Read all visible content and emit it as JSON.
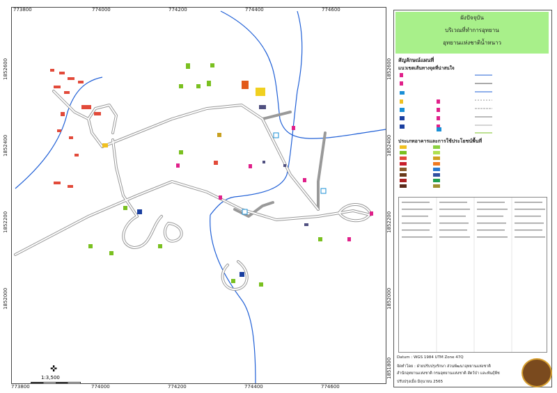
{
  "map": {
    "x_ticks": [
      "773800",
      "774000",
      "774200",
      "774400",
      "774600"
    ],
    "y_ticks": [
      "1852600",
      "1852400",
      "1852200",
      "1852000",
      "1851800"
    ],
    "scale_text": "1:3,500",
    "north_icon": "north-arrow-icon"
  },
  "panel": {
    "title_line1": "ผังปัจจุบัน",
    "title_line2": "บริเวณที่ทำการอุทยาน",
    "title_line3": "อุทยานแห่งชาติน้ำหนาว",
    "legend_heading": "สัญลักษณ์แผนที่",
    "legend_sub": "แนวเขตเส้นทางจุดที่น่าสนใจ",
    "landuse_heading": "ประเภทอาคารและการใช้ประโยชน์พื้นที่",
    "datum": "Datum : WGS 1984 UTM Zone 47Q",
    "made_by": "จัดทำโดย : ฝ่ายปรับปรุงรักษา ส่วนพัฒนาอุทยานแห่งชาติ",
    "office": "สำนักอุทยานแห่งชาติ กรมอุทยานแห่งชาติ สัตว์ป่า และพันธุ์พืช",
    "updated": "ปรับปรุงเมื่อ มิถุนายน 2565"
  },
  "colors": {
    "road": "#999999",
    "stream": "#1f5fd6",
    "title_bg": "#a8f08a"
  }
}
